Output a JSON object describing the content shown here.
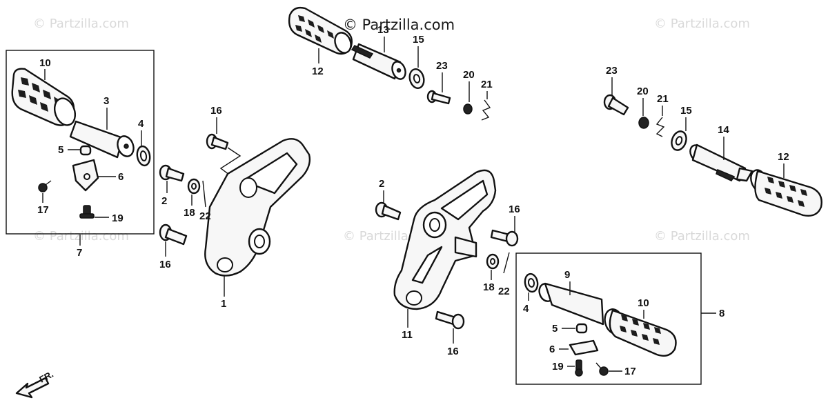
{
  "watermarks": {
    "main": "© Partzilla.com",
    "faint": "© Partzilla.com"
  },
  "direction_label": "FR.",
  "callouts": {
    "left_assembly": {
      "c10": "10",
      "c3": "3",
      "c4": "4",
      "c5": "5",
      "c6": "6",
      "c17": "17",
      "c19": "19",
      "c7": "7"
    },
    "left_bracket": {
      "c16a": "16",
      "c2": "2",
      "c18": "18",
      "c22": "22",
      "c16b": "16",
      "c1": "1"
    },
    "top_center": {
      "c12": "12",
      "c13": "13",
      "c15": "15",
      "c23": "23",
      "c20": "20",
      "c21": "21"
    },
    "top_right": {
      "c23": "23",
      "c20": "20",
      "c21": "21",
      "c15": "15",
      "c14": "14",
      "c12": "12"
    },
    "right_bracket": {
      "c2": "2",
      "c16a": "16",
      "c18": "18",
      "c22": "22",
      "c11": "11",
      "c16b": "16"
    },
    "right_assembly": {
      "c9": "9",
      "c10": "10",
      "c4": "4",
      "c5": "5",
      "c6": "6",
      "c19": "19",
      "c17": "17",
      "c8": "8"
    }
  }
}
